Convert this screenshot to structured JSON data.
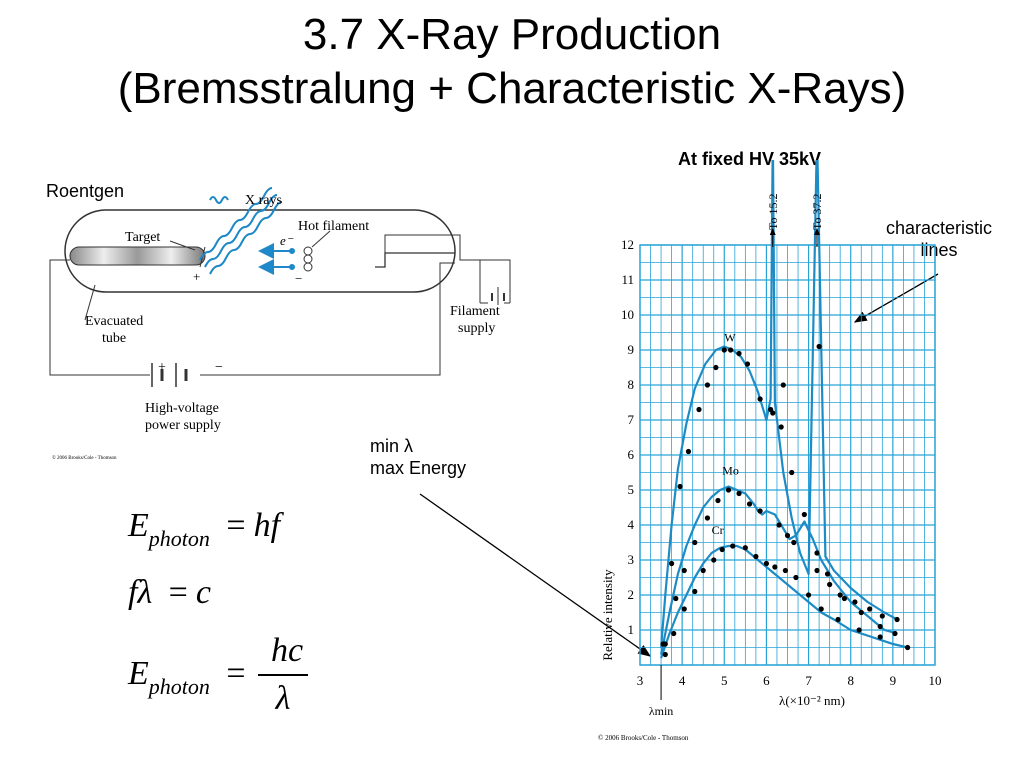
{
  "slide": {
    "title_line1": "3.7 X-Ray Production",
    "title_line2": "(Bremsstralung + Characteristic X-Rays)",
    "roentgen_label": "Roentgen",
    "min_lambda_line1": "min λ",
    "min_lambda_line2": "max Energy",
    "characteristic_line1": "characteristic",
    "characteristic_line2": "lines",
    "fixed_hv": "At fixed HV 35kV"
  },
  "tube_diagram": {
    "x_rays": "X rays",
    "target": "Target",
    "hot_filament": "Hot filament",
    "electron": "e⁻",
    "plus": "+",
    "minus": "−",
    "evacuated_tube_1": "Evacuated",
    "evacuated_tube_2": "tube",
    "filament_supply_1": "Filament",
    "filament_supply_2": "supply",
    "hv_supply_1": "High-voltage",
    "hv_supply_2": "power supply",
    "hv_plus": "+",
    "hv_minus": "−",
    "copyright": "© 2006 Brooks/Cole - Thomson",
    "colors": {
      "xray": "#1e88c8",
      "tube": "#333333"
    }
  },
  "equations": {
    "e": "E",
    "photon": "photon",
    "equals": "=",
    "hf": "hf",
    "f_lambda": "fλ",
    "c": "c",
    "hc": "hc",
    "lambda": "λ"
  },
  "chart_data": {
    "type": "line",
    "xlabel": "λ(×10⁻² nm)",
    "ylabel": "Relative intensity",
    "xlim": [
      3,
      10
    ],
    "ylim": [
      0,
      12
    ],
    "x_ticks": [
      3,
      4,
      5,
      6,
      7,
      8,
      9,
      10
    ],
    "y_ticks": [
      1,
      2,
      3,
      4,
      5,
      6,
      7,
      8,
      9,
      10,
      11,
      12
    ],
    "grid": true,
    "lambda_min_label": "λmin",
    "lambda_min": 3.5,
    "peak_labels": [
      "To 15.2",
      "To 37.2"
    ],
    "copyright": "© 2006 Brooks/Cole - Thomson",
    "grid_color": "#29a3d6",
    "curve_color": "#1d8bc4",
    "series": [
      {
        "name": "W",
        "x": [
          3.5,
          3.6,
          3.75,
          3.9,
          4.1,
          4.3,
          4.55,
          4.8,
          5.0,
          5.2,
          5.4,
          5.6,
          5.8,
          6.0,
          6.1,
          6.15,
          6.2,
          6.3,
          6.4,
          6.6,
          6.8,
          7.0,
          7.2,
          7.4,
          7.6,
          8.0,
          8.4,
          8.8,
          9.1
        ],
        "y": [
          0.5,
          2.0,
          4.0,
          5.6,
          6.9,
          7.9,
          8.6,
          9.0,
          9.1,
          9.0,
          8.8,
          8.4,
          7.8,
          7.0,
          7.6,
          15.2,
          7.5,
          6.5,
          5.5,
          4.2,
          3.2,
          2.6,
          37.2,
          3.1,
          2.7,
          2.2,
          1.8,
          1.5,
          1.3
        ],
        "points": [
          [
            3.55,
            0.6
          ],
          [
            3.75,
            2.9
          ],
          [
            3.95,
            5.1
          ],
          [
            4.15,
            6.1
          ],
          [
            4.4,
            7.3
          ],
          [
            4.6,
            8.0
          ],
          [
            4.8,
            8.5
          ],
          [
            5.0,
            9.0
          ],
          [
            5.15,
            9.0
          ],
          [
            5.35,
            8.9
          ],
          [
            5.55,
            8.6
          ],
          [
            5.85,
            7.6
          ],
          [
            6.1,
            7.3
          ],
          [
            6.35,
            6.8
          ],
          [
            6.6,
            5.5
          ],
          [
            6.9,
            4.3
          ],
          [
            7.2,
            3.2
          ],
          [
            7.45,
            2.6
          ],
          [
            7.75,
            2.0
          ],
          [
            8.1,
            1.8
          ],
          [
            8.45,
            1.6
          ],
          [
            8.75,
            1.4
          ],
          [
            9.1,
            1.3
          ]
        ],
        "peak_points": [
          [
            6.15,
            7.2
          ],
          [
            6.4,
            8.0
          ],
          [
            7.25,
            9.1
          ]
        ]
      },
      {
        "name": "Mo",
        "x": [
          3.5,
          3.7,
          3.9,
          4.1,
          4.3,
          4.5,
          4.7,
          4.9,
          5.1,
          5.3,
          5.5,
          5.7,
          5.8,
          5.9,
          6.0,
          6.2,
          6.4,
          6.55,
          6.7,
          6.9,
          7.1,
          7.3,
          7.6,
          8.0,
          8.5,
          8.8,
          9.1
        ],
        "y": [
          0.3,
          1.5,
          2.6,
          3.4,
          4.0,
          4.5,
          4.8,
          5.0,
          5.1,
          5.0,
          4.9,
          4.6,
          4.4,
          4.3,
          4.4,
          4.3,
          3.9,
          3.6,
          3.7,
          4.1,
          3.6,
          3.0,
          2.4,
          1.8,
          1.3,
          1.0,
          0.9
        ],
        "points": [
          [
            3.6,
            0.6
          ],
          [
            3.85,
            1.9
          ],
          [
            4.05,
            2.7
          ],
          [
            4.3,
            3.5
          ],
          [
            4.6,
            4.2
          ],
          [
            4.85,
            4.7
          ],
          [
            5.1,
            5.0
          ],
          [
            5.35,
            4.9
          ],
          [
            5.6,
            4.6
          ],
          [
            5.85,
            4.4
          ],
          [
            6.3,
            4.0
          ],
          [
            6.5,
            3.7
          ],
          [
            6.65,
            3.5
          ],
          [
            7.2,
            2.7
          ],
          [
            7.5,
            2.3
          ],
          [
            7.85,
            1.9
          ],
          [
            8.25,
            1.5
          ],
          [
            8.7,
            1.1
          ],
          [
            9.05,
            0.9
          ]
        ]
      },
      {
        "name": "Cr",
        "x": [
          3.5,
          3.7,
          3.9,
          4.1,
          4.3,
          4.5,
          4.7,
          4.9,
          5.1,
          5.3,
          5.5,
          5.7,
          5.9,
          6.1,
          6.4,
          6.7,
          7.0,
          7.3,
          7.6,
          8.0,
          8.5,
          9.0,
          9.35
        ],
        "y": [
          0.2,
          0.9,
          1.5,
          2.0,
          2.5,
          2.9,
          3.2,
          3.35,
          3.4,
          3.4,
          3.3,
          3.1,
          2.9,
          2.7,
          2.4,
          2.1,
          1.8,
          1.5,
          1.3,
          1.0,
          0.8,
          0.6,
          0.5
        ],
        "points": [
          [
            3.6,
            0.3
          ],
          [
            3.8,
            0.9
          ],
          [
            4.05,
            1.6
          ],
          [
            4.3,
            2.1
          ],
          [
            4.5,
            2.7
          ],
          [
            4.75,
            3.0
          ],
          [
            4.95,
            3.3
          ],
          [
            5.2,
            3.4
          ],
          [
            5.5,
            3.35
          ],
          [
            5.75,
            3.1
          ],
          [
            6.0,
            2.9
          ],
          [
            6.2,
            2.8
          ],
          [
            6.45,
            2.7
          ],
          [
            6.7,
            2.5
          ],
          [
            7.0,
            2.0
          ],
          [
            7.3,
            1.6
          ],
          [
            7.7,
            1.3
          ],
          [
            8.2,
            1.0
          ],
          [
            8.7,
            0.8
          ],
          [
            9.35,
            0.5
          ]
        ]
      }
    ]
  }
}
